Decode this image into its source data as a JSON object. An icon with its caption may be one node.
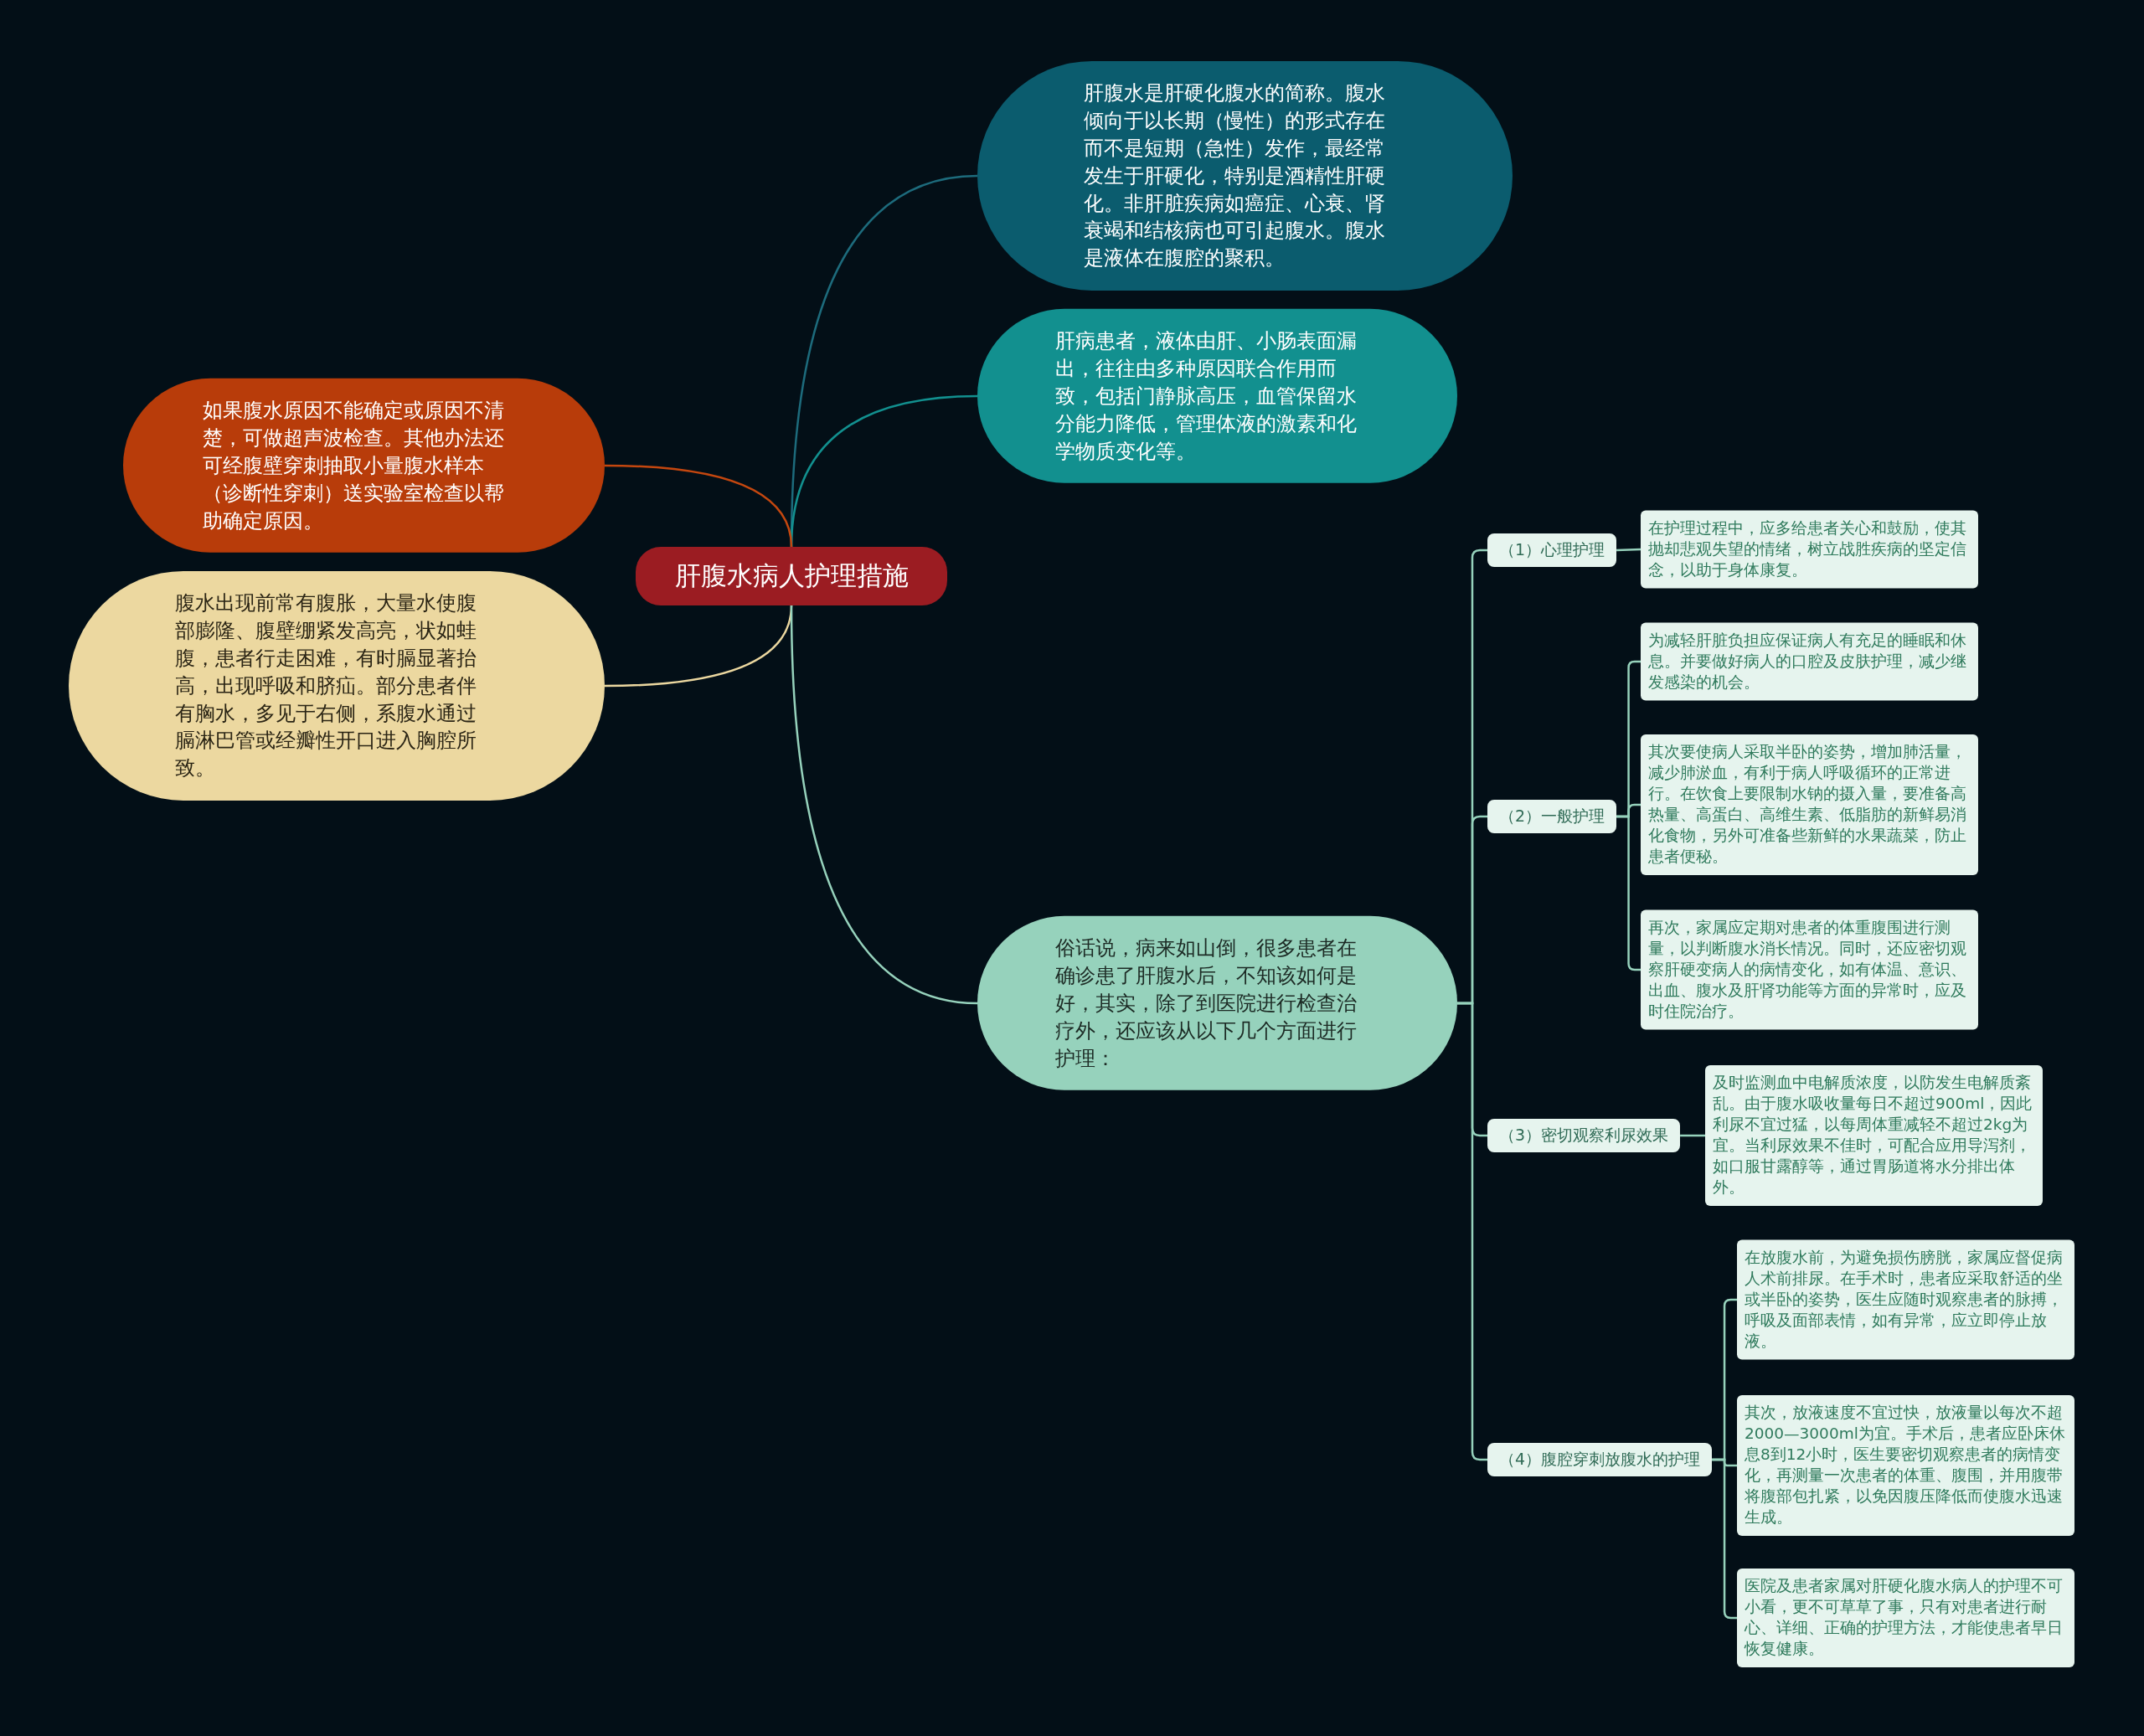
{
  "diagram": {
    "nodes": [
      {
        "text": [
          "肝腹水病人护理措施"
        ]
      },
      {
        "text": [
          "肝腹水是肝硬化腹水的简称。腹水倾向于以长期（慢性）的形式存在而不是短期（急性）发作，最经常发生于肝硬化，特别是酒精性肝硬化。非肝脏疾病如癌症、心衰、肾衰竭和结核病也可引起腹水。腹水是液体在腹腔的聚积。"
        ]
      },
      {
        "text": [
          "肝病患者，液体由肝、小肠表面漏出，往往由多种原因联合作用而致，包括门静脉高压，血管保留水分能力降低，管理体液的激素和化学物质变化等。"
        ]
      },
      {
        "text": [
          "如果腹水原因不能确定或原因不清楚，可做超声波检查。其他办法还可经腹壁穿刺抽取小量腹水样本（诊断性穿刺）送实验室检查以帮助确定原因。"
        ]
      },
      {
        "text": [
          "腹水出现前常有腹胀，大量水使腹部膨隆、腹壁绷紧发高亮，状如蛙腹，患者行走困难，有时膈显著抬高，出现呼吸和脐疝。部分患者伴有胸水，多见于右侧，系腹水通过膈淋巴管或经瓣性开口进入胸腔所致。"
        ]
      },
      {
        "text": [
          "俗话说，病来如山倒，很多患者在确诊患了肝腹水后，不知该如何是好，其实，除了到医院进行检查治疗外，还应该从以下几个方面进行护理："
        ]
      },
      {
        "text": [
          "（1）心理护理"
        ]
      },
      {
        "text": [
          "在护理过程中，应多给患者关心和鼓励，使其抛却悲观失望的情绪，树立战胜疾病的坚定信念，以助于身体康复。"
        ]
      },
      {
        "text": [
          "（2）一般护理"
        ]
      },
      {
        "text": [
          "为减轻肝脏负担应保证病人有充足的睡眠和休息。并要做好病人的口腔及皮肤护理，减少继发感染的机会。"
        ]
      },
      {
        "text": [
          "其次要使病人采取半卧的姿势，增加肺活量，减少肺淤血，有利于病人呼吸循环的正常进行。在饮食上要限制水钠的摄入量，要准备高热量、高蛋白、高维生素、低脂肪的新鲜易消化食物，另外可准备些新鲜的水果蔬菜，防止患者便秘。"
        ]
      },
      {
        "text": [
          "再次，家属应定期对患者的体重腹围进行测量，以判断腹水消长情况。同时，还应密切观察肝硬变病人的病情变化，如有体温、意识、出血、腹水及肝肾功能等方面的异常时，应及时住院治疗。"
        ]
      },
      {
        "text": [
          "（3）密切观察利尿效果"
        ]
      },
      {
        "text": [
          "及时监测血中电解质浓度，以防发生电解质紊乱。由于腹水吸收量每日不超过900ml，因此利尿不宜过猛，以每周体重减轻不超过2kg为宜。当利尿效果不佳时，可配合应用导泻剂，如口服甘露醇等，通过胃肠道将水分排出体外。"
        ]
      },
      {
        "text": [
          "（4）腹腔穿刺放腹水的护理"
        ]
      },
      {
        "text": [
          "在放腹水前，为避免损伤膀胱，家属应督促病人术前排尿。在手术时，患者应采取舒适的坐或半卧的姿势，医生应随时观察患者的脉搏，呼吸及面部表情，如有异常，应立即停止放液。"
        ]
      },
      {
        "text": [
          "其次，放液速度不宜过快，放液量以每次不超2000—3000ml为宜。手术后，患者应卧床休息8到12小时，医生要密切观察患者的病情变化，再测量一次患者的体重、腹围，并用腹带将腹部包扎紧，以免因腹压降低而使腹水迅速生成。"
        ]
      },
      {
        "text": [
          "医院及患者家属对肝硬化腹水病人的护理不可小看，更不可草草了事，只有对患者进行耐心、详细、正确的护理方法，才能使患者早日恢复健康。"
        ]
      }
    ],
    "edges": [
      {
        "from": 0,
        "to": 1,
        "arrow": "none",
        "color": "#1d6b7c"
      },
      {
        "from": 0,
        "to": 2,
        "arrow": "none",
        "color": "#12908f"
      },
      {
        "from": 0,
        "to": 3,
        "arrow": "none",
        "color": "#c4470f"
      },
      {
        "from": 0,
        "to": 4,
        "arrow": "none",
        "color": "#ecd8a0"
      },
      {
        "from": 0,
        "to": 5,
        "arrow": "none"
      },
      {
        "from": 5,
        "to": 6,
        "arrow": "none"
      },
      {
        "from": 6,
        "to": 7,
        "arrow": "none"
      },
      {
        "from": 5,
        "to": 8,
        "arrow": "none"
      },
      {
        "from": 8,
        "to": 9,
        "arrow": "none"
      },
      {
        "from": 8,
        "to": 10,
        "arrow": "none"
      },
      {
        "from": 8,
        "to": 11,
        "arrow": "none"
      },
      {
        "from": 5,
        "to": 12,
        "arrow": "none"
      },
      {
        "from": 12,
        "to": 13,
        "arrow": "none"
      },
      {
        "from": 5,
        "to": 14,
        "arrow": "none"
      },
      {
        "from": 14,
        "to": 15,
        "arrow": "none"
      },
      {
        "from": 14,
        "to": 16,
        "arrow": "none"
      },
      {
        "from": 14,
        "to": 17,
        "arrow": "none"
      }
    ]
  }
}
